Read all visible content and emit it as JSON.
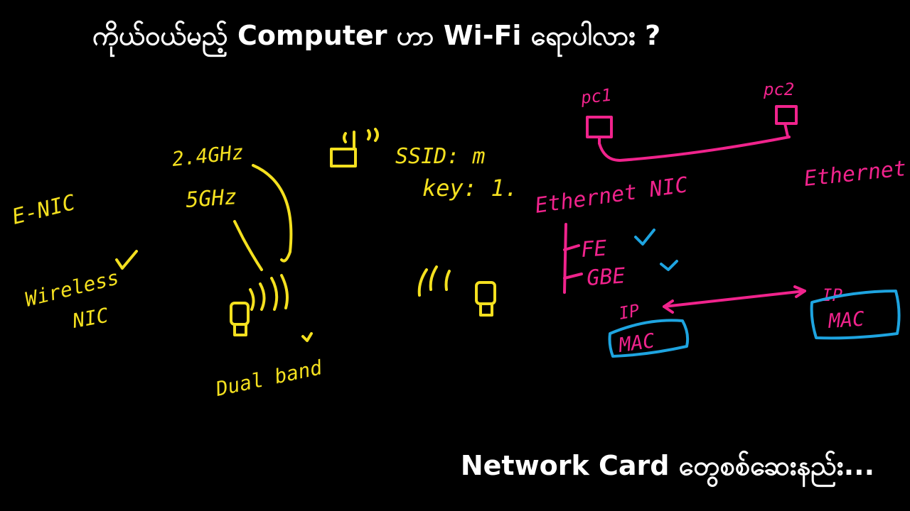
{
  "title": "ကိုယ်ဝယ်မည့် Computer ဟာ Wi-Fi ရောပါလား ?",
  "footer": "Network Card တွေစစ်ဆေးနည်း...",
  "colors": {
    "background": "#000000",
    "yellow_ink": "#f4e01f",
    "pink_ink": "#f0238c",
    "blue_ink": "#1ea4e0",
    "caption_text": "#ffffff"
  },
  "yellow_notes": {
    "e_nic": "E-NIC",
    "wireless": "Wireless",
    "nic": "NIC",
    "band_24": "2.4GHz",
    "band_5": "5GHz",
    "dual_band": "Dual band",
    "ssid": "SSID: m",
    "key": "key: 1."
  },
  "pink_notes": {
    "pc1": "pc1",
    "pc2": "pc2",
    "ethernet_right": "Ethernet",
    "ethernet_nic": "Ethernet NIC",
    "fe": "FE",
    "gbe": "GBE",
    "ip_left": "IP",
    "ip_right": "IP"
  },
  "blue_notes": {
    "mac_left": "MAC",
    "mac_right": "MAC"
  }
}
